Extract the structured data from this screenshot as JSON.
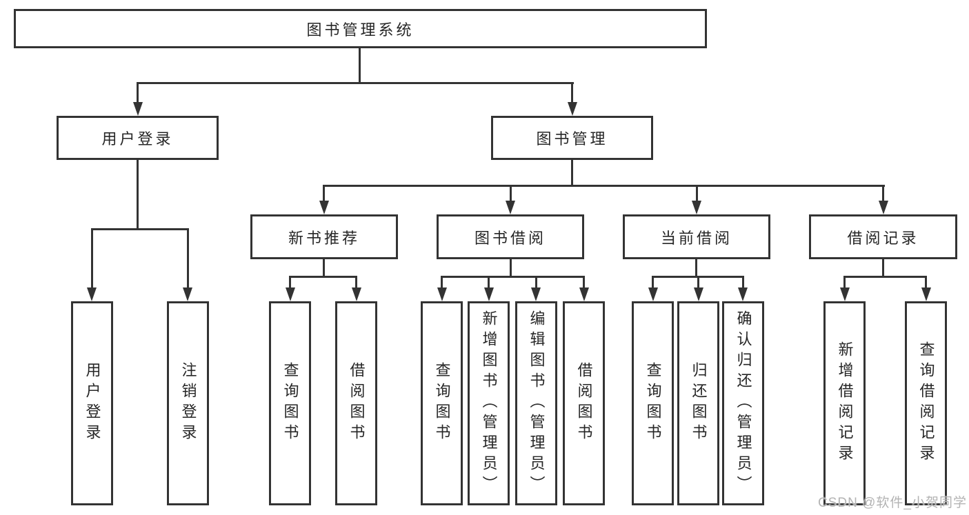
{
  "watermark": "CSDN @软件_小贺同学",
  "colors": {
    "line": "#333333",
    "text": "#262626",
    "watermark": "#b3b3b3",
    "background": "#ffffff"
  },
  "tree": {
    "label": "图书管理系统",
    "children": [
      {
        "label": "用户登录",
        "children": [
          {
            "label": "用户登录"
          },
          {
            "label": "注销登录"
          }
        ]
      },
      {
        "label": "图书管理",
        "children": [
          {
            "label": "新书推荐",
            "children": [
              {
                "label": "查询图书"
              },
              {
                "label": "借阅图书"
              }
            ]
          },
          {
            "label": "图书借阅",
            "children": [
              {
                "label": "查询图书"
              },
              {
                "label": "新增图书（管理员）"
              },
              {
                "label": "编辑图书（管理员）"
              },
              {
                "label": "借阅图书"
              }
            ]
          },
          {
            "label": "当前借阅",
            "children": [
              {
                "label": "查询图书"
              },
              {
                "label": "归还图书"
              },
              {
                "label": "确认归还（管理员）"
              }
            ]
          },
          {
            "label": "借阅记录",
            "children": [
              {
                "label": "新增借阅记录"
              },
              {
                "label": "查询借阅记录"
              }
            ]
          }
        ]
      }
    ]
  }
}
